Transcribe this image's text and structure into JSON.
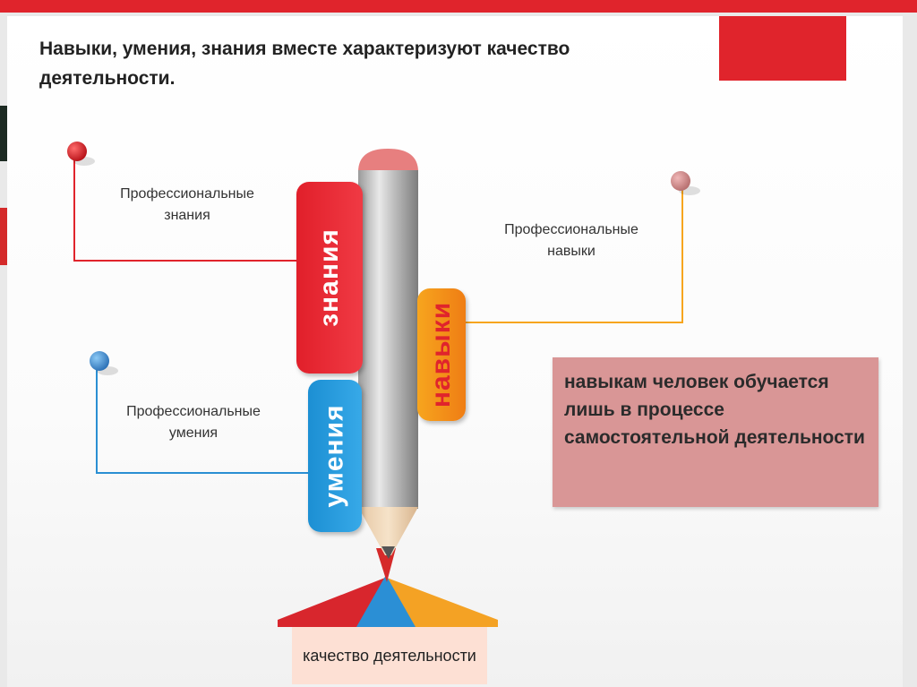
{
  "slide": {
    "title": "Навыки, умения, знания вместе характеризуют качество деятельности."
  },
  "labels": {
    "knowledge": "Профессиональные знания",
    "skills": "Профессиональные навыки",
    "abilities": "Профессиональные умения"
  },
  "tabs": {
    "knowledge": "знания",
    "skills": "навыки",
    "abilities": "умения"
  },
  "info_box": {
    "text": "навыкам человек обучается лишь в процессе самостоятельной деятельности"
  },
  "result_box": {
    "text": "качество деятельности"
  },
  "colors": {
    "red": "#e11f2a",
    "blue": "#1c8fd3",
    "orange": "#f7a51e",
    "info_box": "#d99696"
  }
}
